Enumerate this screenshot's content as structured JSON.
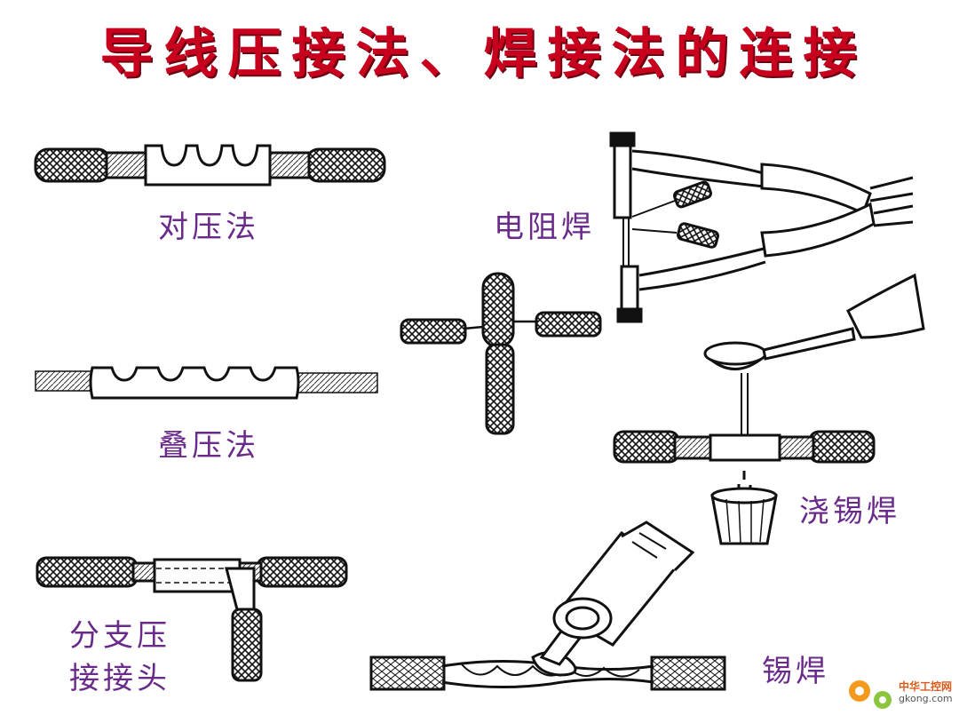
{
  "title": "导线压接法、焊接法的连接",
  "labels": {
    "butt_press": "对压法",
    "resistance_weld": "电阻焊",
    "lap_press": "叠压法",
    "pour_solder": "浇锡焊",
    "branch_press_line1": "分支压",
    "branch_press_line2": "接接头",
    "solder_weld": "锡焊"
  },
  "watermark": {
    "brand": "中华工控网",
    "url": "gkong.com"
  },
  "colors": {
    "title": "#c8001e",
    "labels": "#6a2a8a",
    "line_art": "#111111"
  }
}
